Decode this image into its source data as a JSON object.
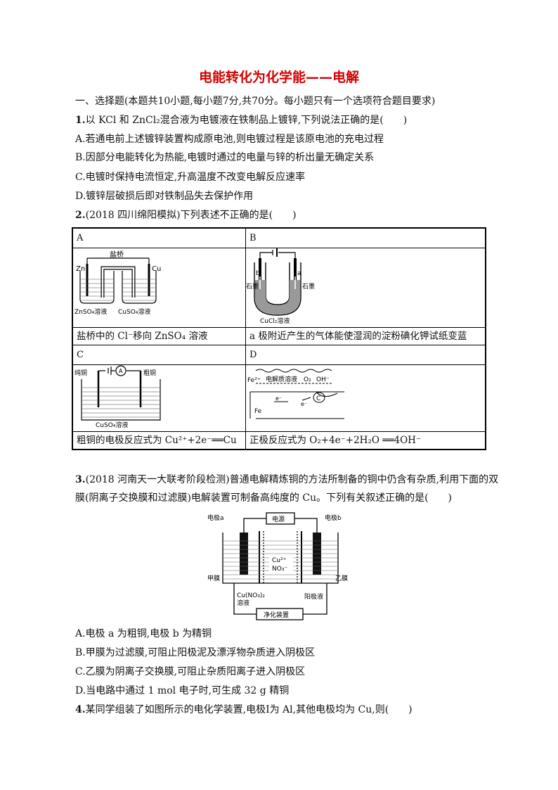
{
  "title": "电能转化为化学能——电解",
  "section": "一、选择题(本题共10小题,每小题7分,共70分。每小题只有一个选项符合题目要求)",
  "q1": {
    "num": "1.",
    "stem": "以 KCl 和 ZnCl₂混合液为电镀液在铁制品上镀锌,下列说法正确的是(　　)",
    "options": [
      "A.若通电前上述镀锌装置构成原电池,则电镀过程是该原电池的充电过程",
      "B.因部分电能转化为热能,电镀时通过的电量与锌的析出量无确定关系",
      "C.电镀时保持电流恒定,升高温度不改变电解反应速率",
      "D.镀锌层破损后即对铁制品失去保护作用"
    ]
  },
  "q2": {
    "num": "2.",
    "stem": "(2018 四川绵阳模拟)下列表述不正确的是(　　)",
    "table": {
      "a_label": "A",
      "b_label": "B",
      "c_label": "C",
      "d_label": "D",
      "a_text": "盐桥中的 Cl⁻移向 ZnSO₄ 溶液",
      "b_text": "a 极附近产生的气体能使湿润的淀粉碘化钾试纸变蓝",
      "c_text": "粗铜的电极反应式为 Cu²⁺+2e⁻══Cu",
      "d_text": "正极反应式为 O₂+4e⁻+2H₂O ══4OH⁻"
    },
    "fig_a": {
      "zn": "Zn",
      "cu": "Cu",
      "bridge": "盐桥",
      "sol1": "ZnSO₄溶液",
      "sol2": "CuSO₄溶液"
    },
    "fig_b": {
      "a": "a",
      "b": "b",
      "left": "石墨",
      "right": "石墨",
      "sol": "CuCl₂溶液"
    },
    "fig_c": {
      "left": "纯铜",
      "right": "粗铜",
      "meter": "A",
      "sol": "CuSO₄溶液"
    },
    "fig_d": {
      "ion": "Fe²⁺",
      "sol": "电解质溶液",
      "o2": "O₂",
      "oh": "OH⁻",
      "e1": "e⁻",
      "e2": "e⁻",
      "c": "C",
      "fe": "Fe"
    }
  },
  "q3": {
    "num": "3.",
    "stem_line1": "(2018 河南天一大联考阶段检测)普通电解精炼铜的方法所制备的铜中仍含有杂质,利用下面的双",
    "stem_line2": "膜(阴离子交换膜和过滤膜)电解装置可制备高纯度的 Cu。下列有关叙述正确的是(　　)",
    "figure": {
      "electrode_a": "电极a",
      "electrode_b": "电极b",
      "power": "电源",
      "ions_1": "Cu²⁺",
      "ions_2": "NO₃⁻",
      "membrane_1": "甲膜",
      "membrane_2": "乙膜",
      "sol_1": "Cu(NO₃)₂",
      "sol_2": "溶液",
      "anolyte": "阳极液",
      "purifier": "净化装置"
    },
    "options": [
      "A.电极 a 为粗铜,电极 b 为精铜",
      "B.甲膜为过滤膜,可阻止阳极泥及漂浮物杂质进入阴极区",
      "C.乙膜为阴离子交换膜,可阻止杂质阳离子进入阴极区",
      "D.当电路中通过 1 mol 电子时,可生成 32 g 精铜"
    ]
  },
  "q4": {
    "num": "4.",
    "stem": "某同学组装了如图所示的电化学装置,电极Ⅰ为 Al,其他电极均为 Cu,则(　　)"
  }
}
